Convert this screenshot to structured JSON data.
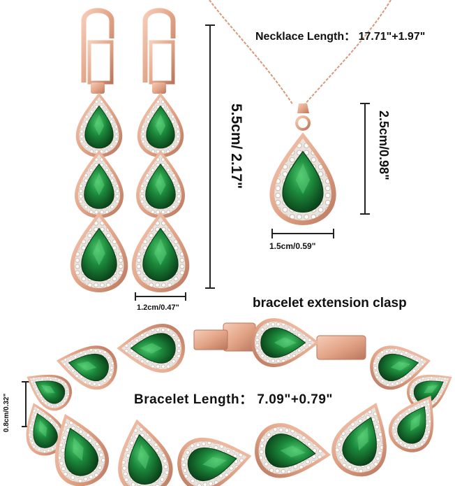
{
  "labels": {
    "necklace_length": "Necklace Length： 17.71\"+1.97\"",
    "earring_length": "5.5cm/ 2.17\"",
    "earring_width": "1.2cm/0.47\"",
    "pendant_height": "2.5cm/0.98\"",
    "pendant_width": "1.5cm/0.59\"",
    "extension_clasp": "bracelet extension clasp",
    "bracelet_length": "Bracelet Length： 7.09\"+0.79\"",
    "bracelet_width": "0.8cm/0.32\""
  },
  "colors": {
    "gold": "#e5a98f",
    "gold_dark": "#b9775d",
    "emerald": "#1c8a3c",
    "emerald_dark": "#0c4d1e",
    "halo": "#f2f0ee"
  }
}
